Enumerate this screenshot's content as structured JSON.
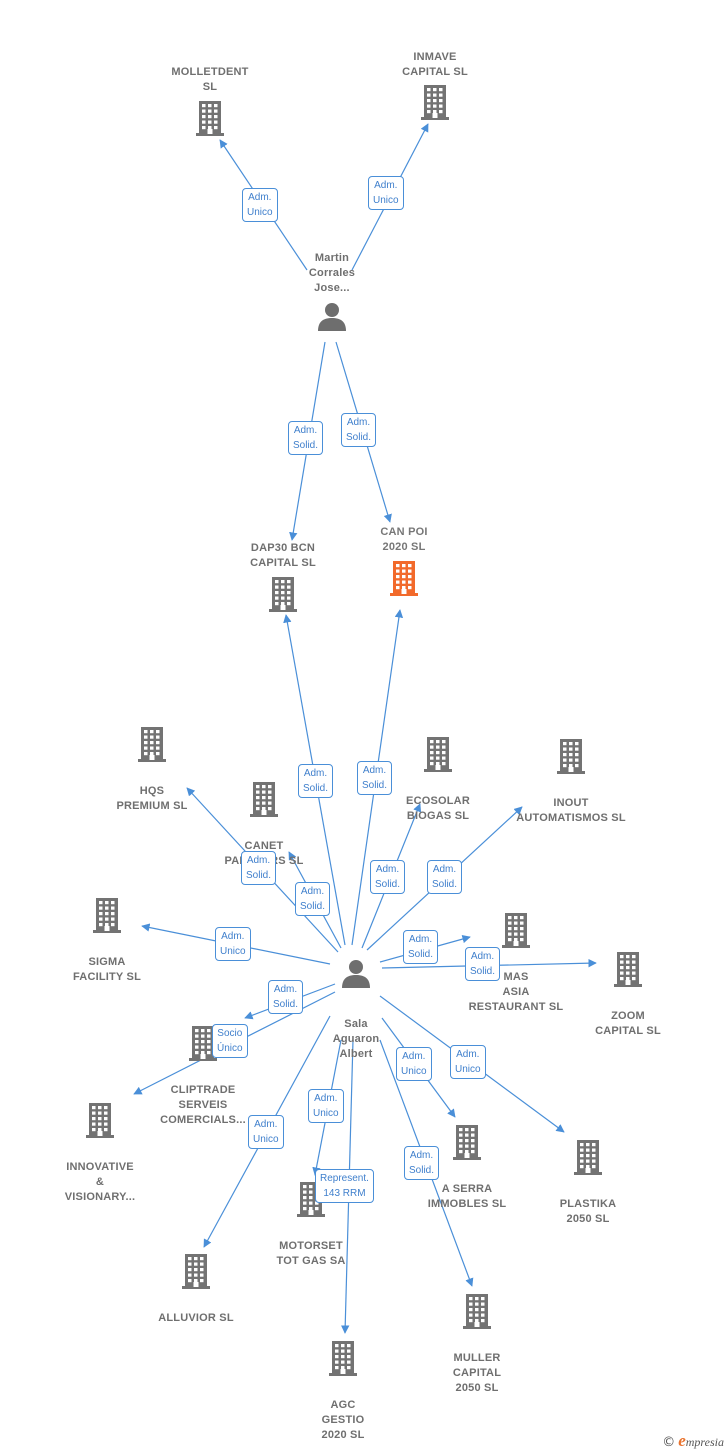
{
  "colors": {
    "edge": "#4a8fd8",
    "building": "#737373",
    "highlight": "#f26a2b",
    "person": "#6e6e6e",
    "label": "#6f6f6f"
  },
  "nodes": [
    {
      "id": "molletdent",
      "type": "company",
      "lines": [
        "MOLLETDENT",
        "SL"
      ]
    },
    {
      "id": "inmave",
      "type": "company",
      "lines": [
        "INMAVE",
        "CAPITAL  SL"
      ]
    },
    {
      "id": "martin",
      "type": "person",
      "lines": [
        "Martin",
        "Corrales",
        "Jose..."
      ]
    },
    {
      "id": "dap30",
      "type": "company",
      "lines": [
        "DAP30 BCN",
        "CAPITAL SL"
      ]
    },
    {
      "id": "canpoi",
      "type": "company",
      "main": true,
      "lines": [
        "CAN POI",
        "2020  SL"
      ]
    },
    {
      "id": "hqs",
      "type": "company",
      "lines": [
        "HQS",
        "PREMIUM  SL"
      ]
    },
    {
      "id": "canet",
      "type": "company",
      "lines": [
        "CANET",
        "PARTNERS  SL"
      ]
    },
    {
      "id": "ecosolar",
      "type": "company",
      "lines": [
        "ECOSOLAR",
        "BIOGAS SL"
      ]
    },
    {
      "id": "inout",
      "type": "company",
      "lines": [
        "INOUT",
        "AUTOMATISMOS SL"
      ]
    },
    {
      "id": "sigma",
      "type": "company",
      "lines": [
        "SIGMA",
        "FACILITY  SL"
      ]
    },
    {
      "id": "mas",
      "type": "company",
      "lines": [
        "MAS",
        "ASIA",
        "RESTAURANT SL"
      ]
    },
    {
      "id": "zoom",
      "type": "company",
      "lines": [
        "ZOOM",
        "CAPITAL  SL"
      ]
    },
    {
      "id": "sala",
      "type": "person",
      "lines": [
        "Sala",
        "Aguaron",
        "Albert"
      ]
    },
    {
      "id": "cliptrade",
      "type": "company",
      "lines": [
        "CLIPTRADE",
        "SERVEIS",
        "COMERCIALS..."
      ]
    },
    {
      "id": "innovative",
      "type": "company",
      "lines": [
        "INNOVATIVE",
        "&",
        "VISIONARY..."
      ]
    },
    {
      "id": "serra",
      "type": "company",
      "lines": [
        "A SERRA",
        "IMMOBLES SL"
      ]
    },
    {
      "id": "plastika",
      "type": "company",
      "lines": [
        "PLASTIKA",
        "2050  SL"
      ]
    },
    {
      "id": "motorset",
      "type": "company",
      "lines": [
        "MOTORSET",
        "TOT GAS SA"
      ]
    },
    {
      "id": "alluvior",
      "type": "company",
      "lines": [
        "ALLUVIOR  SL"
      ]
    },
    {
      "id": "muller",
      "type": "company",
      "lines": [
        "MULLER",
        "CAPITAL",
        "2050  SL"
      ]
    },
    {
      "id": "agc",
      "type": "company",
      "lines": [
        "AGC",
        "GESTIO",
        "2020  SL"
      ]
    }
  ],
  "relations": [
    {
      "from": "martin",
      "to": "molletdent",
      "lines": [
        "Adm.",
        "Unico"
      ]
    },
    {
      "from": "martin",
      "to": "inmave",
      "lines": [
        "Adm.",
        "Unico"
      ]
    },
    {
      "from": "martin",
      "to": "dap30",
      "lines": [
        "Adm.",
        "Solid."
      ]
    },
    {
      "from": "martin",
      "to": "canpoi",
      "lines": [
        "Adm.",
        "Solid."
      ]
    },
    {
      "from": "sala",
      "to": "dap30",
      "lines": [
        "Adm.",
        "Solid."
      ]
    },
    {
      "from": "sala",
      "to": "canpoi",
      "lines": [
        "Adm.",
        "Solid."
      ]
    },
    {
      "from": "sala",
      "to": "hqs",
      "lines": [
        "Adm.",
        "Solid."
      ]
    },
    {
      "from": "sala",
      "to": "canet",
      "lines": [
        "Adm.",
        "Solid."
      ]
    },
    {
      "from": "sala",
      "to": "ecosolar",
      "lines": [
        "Adm.",
        "Solid."
      ]
    },
    {
      "from": "sala",
      "to": "inout",
      "lines": [
        "Adm.",
        "Solid."
      ]
    },
    {
      "from": "sala",
      "to": "sigma",
      "lines": [
        "Adm.",
        "Unico"
      ]
    },
    {
      "from": "sala",
      "to": "mas",
      "lines": [
        "Adm.",
        "Solid."
      ]
    },
    {
      "from": "sala",
      "to": "zoom",
      "lines": [
        "Adm.",
        "Solid."
      ]
    },
    {
      "from": "sala",
      "to": "cliptrade",
      "lines": [
        "Adm.",
        "Solid."
      ]
    },
    {
      "from": "sala",
      "to": "innovative",
      "lines": [
        "Socio",
        "Único"
      ]
    },
    {
      "from": "sala",
      "to": "serra",
      "lines": [
        "Adm.",
        "Unico"
      ]
    },
    {
      "from": "sala",
      "to": "plastika",
      "lines": [
        "Adm.",
        "Unico"
      ]
    },
    {
      "from": "sala",
      "to": "motorset",
      "lines": [
        "Adm.",
        "Unico"
      ]
    },
    {
      "from": "sala",
      "to": "alluvior",
      "lines": [
        "Adm.",
        "Unico"
      ]
    },
    {
      "from": "sala",
      "to": "muller",
      "lines": [
        "Adm.",
        "Solid."
      ]
    },
    {
      "from": "sala",
      "to": "agc",
      "lines": [
        "Represent.",
        "143 RRM"
      ]
    }
  ],
  "brand": {
    "copyright": "©",
    "initial": "e",
    "rest": "mpresia"
  }
}
